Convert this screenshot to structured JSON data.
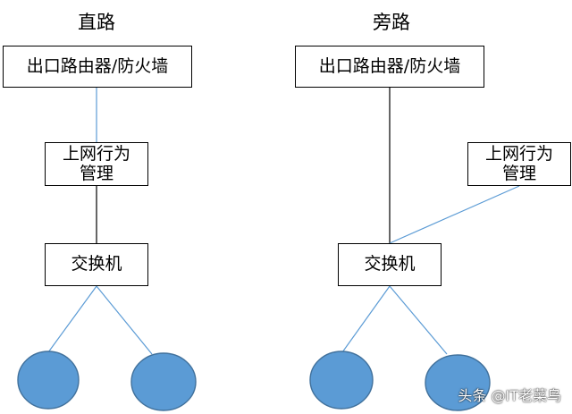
{
  "left_diagram": {
    "title": "直路",
    "router_box": "出口路由器/防火墙",
    "behavior_box": "上网行为\n管理",
    "switch_box": "交换机"
  },
  "right_diagram": {
    "title": "旁路",
    "router_box": "出口路由器/防火墙",
    "behavior_box": "上网行为\n管理",
    "switch_box": "交换机"
  },
  "colors": {
    "blue_link": "#5b9bd5",
    "black_link": "#000000",
    "client_fill": "#5b9bd5",
    "client_stroke": "#41719c"
  },
  "watermark": "头条 @IT老菜鸟"
}
